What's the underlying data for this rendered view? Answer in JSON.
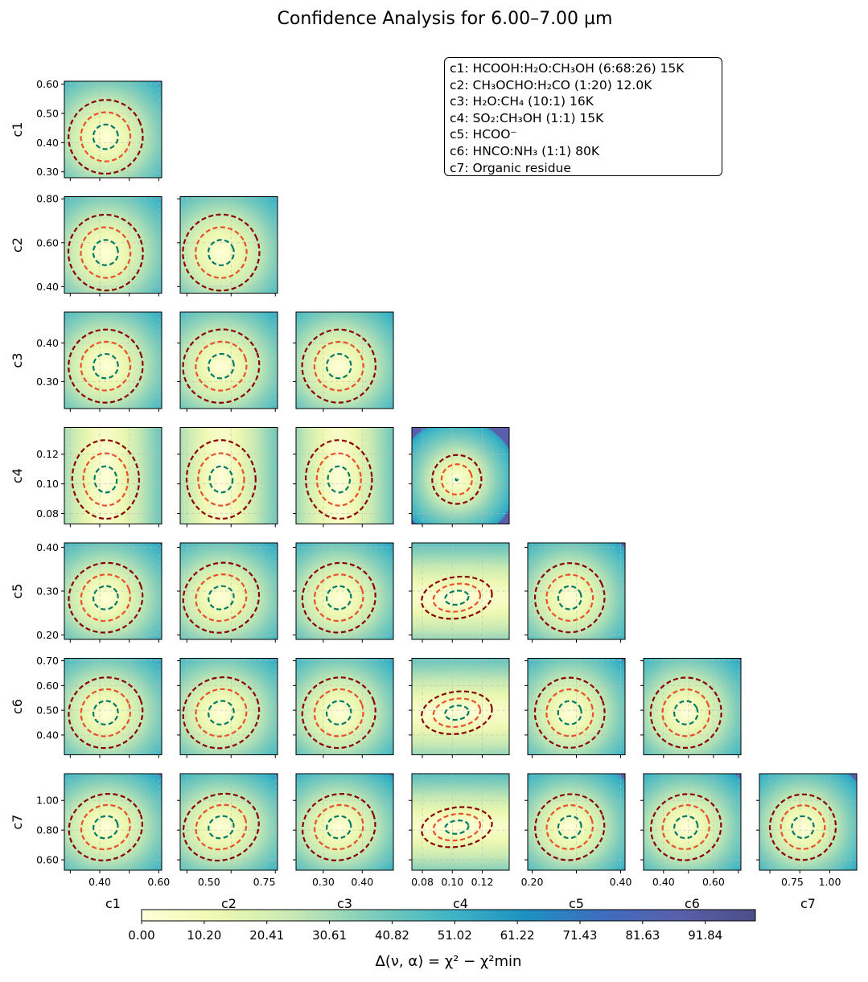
{
  "title": "Confidence Analysis for 6.00–7.00 µm",
  "legend": [
    "c1: HCOOH:H₂O:CH₃OH (6:68:26) 15K",
    "c2: CH₃OCHO:H₂CO (1:20) 12.0K",
    "c3: H₂O:CH₄ (10:1) 16K",
    "c4: SO₂:CH₃OH (1:1) 15K",
    "c5: HCOO⁻",
    "c6: HNCO:NH₃ (1:1) 80K",
    "c7: Organic residue"
  ],
  "colorbar": {
    "label": "Δ(ν, α) = χ² − χ²min",
    "ticks": [
      "0.00",
      "10.20",
      "20.41",
      "30.61",
      "40.82",
      "51.02",
      "61.22",
      "71.43",
      "81.63",
      "91.84"
    ],
    "range": [
      0,
      100
    ],
    "colors": [
      "#ffffd9",
      "#edf8b1",
      "#c7e9b4",
      "#7fcdbb",
      "#41b6c4",
      "#1d91c0",
      "#3e6dbf",
      "#5a5fab",
      "#4a4f86"
    ]
  },
  "chart_data": {
    "type": "heatmap",
    "layout": "corner-plot",
    "contour_colors": [
      "#007a66",
      "#e8502a",
      "#8b0000"
    ],
    "params": [
      {
        "name": "c1",
        "range": [
          0.28,
          0.61
        ],
        "center": 0.42,
        "sigma": 0.04,
        "ticks": [
          0.3,
          0.4,
          0.5,
          0.6
        ],
        "xticks": [
          "0.40",
          "0.60"
        ],
        "yticks": [
          "0.30",
          "0.40",
          "0.50",
          "0.60"
        ]
      },
      {
        "name": "c2",
        "range": [
          0.37,
          0.81
        ],
        "center": 0.555,
        "sigma": 0.055,
        "ticks": [
          0.4,
          0.6,
          0.8
        ],
        "xticks": [
          "0.50",
          "0.75"
        ],
        "yticks": [
          "0.40",
          "0.60",
          "0.80"
        ]
      },
      {
        "name": "c3",
        "range": [
          0.23,
          0.48
        ],
        "center": 0.34,
        "sigma": 0.03,
        "ticks": [
          0.3,
          0.4
        ],
        "xticks": [
          "0.30",
          "0.40"
        ],
        "yticks": [
          "0.30",
          "0.40"
        ]
      },
      {
        "name": "c4",
        "range": [
          0.073,
          0.138
        ],
        "center": 0.103,
        "sigma": 0.006,
        "ticks": [
          0.08,
          0.1,
          0.12
        ],
        "xticks": [
          "0.08",
          "0.10",
          "0.12"
        ],
        "yticks": [
          "0.08",
          "0.10",
          "0.12"
        ]
      },
      {
        "name": "c5",
        "range": [
          0.19,
          0.41
        ],
        "center": 0.285,
        "sigma": 0.025,
        "ticks": [
          0.2,
          0.3,
          0.4
        ],
        "xticks": [
          "0.20",
          "0.40"
        ],
        "yticks": [
          "0.20",
          "0.30",
          "0.40"
        ]
      },
      {
        "name": "c6",
        "range": [
          0.32,
          0.71
        ],
        "center": 0.49,
        "sigma": 0.045,
        "ticks": [
          0.4,
          0.5,
          0.6,
          0.7
        ],
        "xticks": [
          "0.40",
          "0.60"
        ],
        "yticks": [
          "0.40",
          "0.50",
          "0.60",
          "0.70"
        ]
      },
      {
        "name": "c7",
        "range": [
          0.53,
          1.18
        ],
        "center": 0.82,
        "sigma": 0.07,
        "ticks": [
          0.6,
          0.8,
          1.0
        ],
        "xticks": [
          "0.75",
          "1.00"
        ],
        "yticks": [
          "0.60",
          "0.80",
          "1.00"
        ]
      }
    ],
    "levels": [
      1,
      2,
      3
    ]
  }
}
